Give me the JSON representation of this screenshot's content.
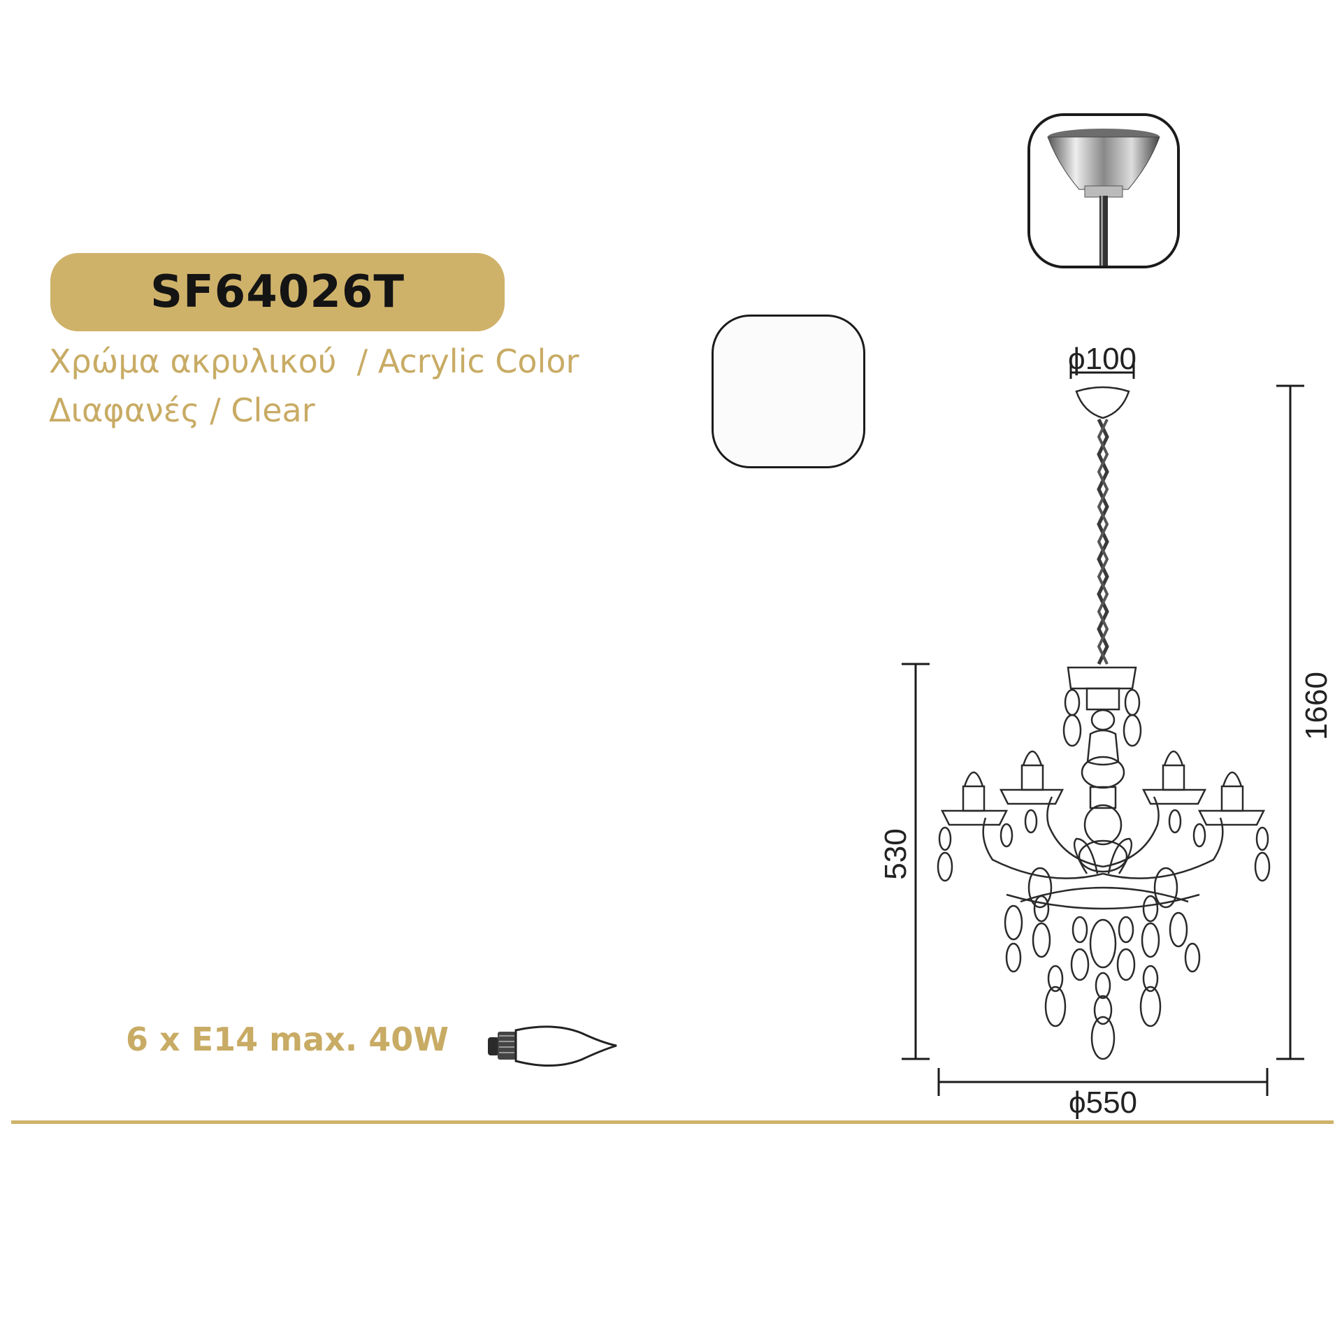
{
  "product": {
    "model": "SF64026T",
    "acrylic_line": "Χρώμα ακρυλικού  / Acrylic Color",
    "clear_line": "Διαφανές / Clear",
    "lamp_spec": "6 x E14 max. 40W"
  },
  "dimensions": {
    "canopy_diameter": "ϕ100",
    "total_height": "1660",
    "body_height": "530",
    "body_diameter": "ϕ550"
  },
  "colors": {
    "gold": "#cfb26a",
    "gold_text": "#c8ab64",
    "line": "#1b1b1b"
  },
  "icons": [
    "canopy-photo-icon",
    "candle-bulb-icon",
    "chandelier-drawing-icon"
  ]
}
